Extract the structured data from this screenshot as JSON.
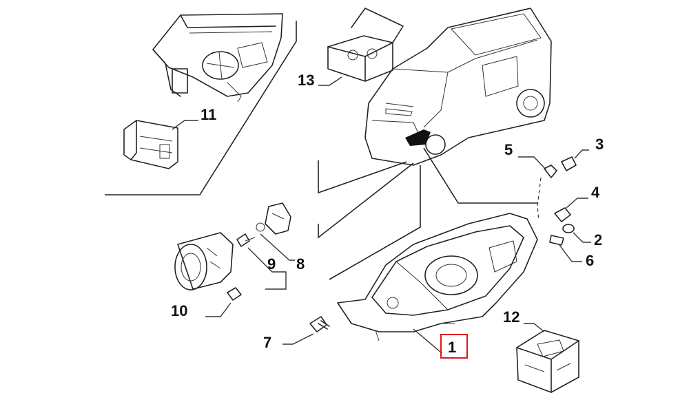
{
  "callouts": {
    "c1": "1",
    "c2": "2",
    "c3": "3",
    "c4": "4",
    "c5": "5",
    "c6": "6",
    "c7": "7",
    "c8": "8",
    "c9": "9",
    "c10": "10",
    "c11": "11",
    "c12": "12",
    "c13": "13"
  },
  "highlight": {
    "callout": "1",
    "color": "#e0161b"
  },
  "colors": {
    "line": "#222222",
    "background": "#ffffff",
    "panel_black": "#111111"
  }
}
